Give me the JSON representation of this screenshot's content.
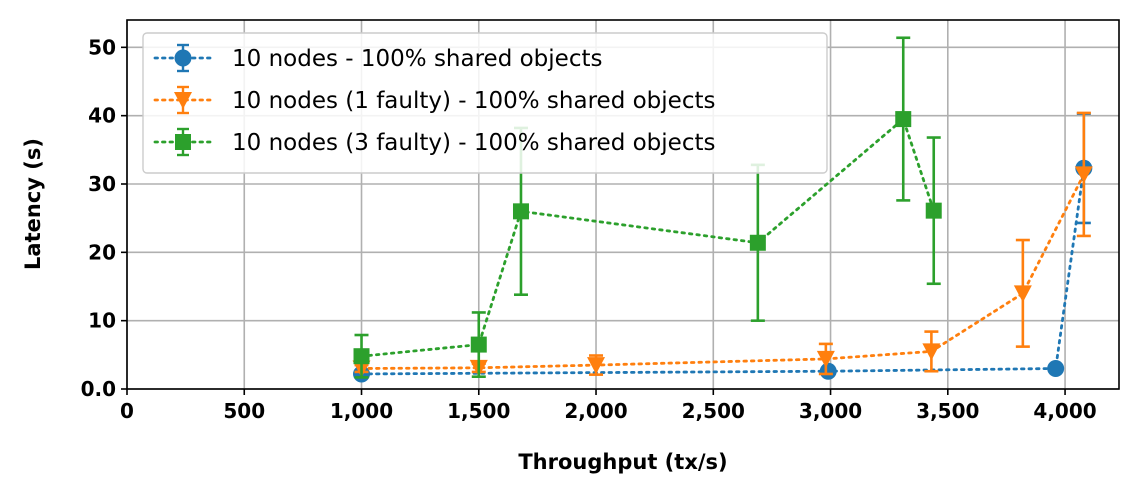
{
  "chart_data": {
    "type": "line",
    "xlabel": "Throughput (tx/s)",
    "ylabel": "Latency (s)",
    "xlim": [
      0,
      4230
    ],
    "ylim": [
      0,
      54
    ],
    "x_ticks": [
      0,
      500,
      1000,
      1500,
      2000,
      2500,
      3000,
      3500,
      4000
    ],
    "x_tick_labels": [
      "0",
      "500",
      "1,000",
      "1,500",
      "2,000",
      "2,500",
      "3,000",
      "3,500",
      "4,000"
    ],
    "y_ticks": [
      0,
      10,
      20,
      30,
      40,
      50
    ],
    "y_tick_labels": [
      "0.0",
      "10",
      "20",
      "30",
      "40",
      "50"
    ],
    "grid": true,
    "legend_position": "top-left",
    "series": [
      {
        "name": "10 nodes - 100% shared objects",
        "color": "#1f77b4",
        "marker": "circle",
        "line_style": "dotted",
        "points": [
          {
            "x": 1000,
            "y": 2.2,
            "err": 0.4
          },
          {
            "x": 2990,
            "y": 2.6,
            "err": 0.4
          },
          {
            "x": 3960,
            "y": 3.0,
            "err": 0.4
          },
          {
            "x": 4080,
            "y": 32.3,
            "err": 8.0
          }
        ]
      },
      {
        "name": "10 nodes (1 faulty) - 100% shared objects",
        "color": "#ff7f0e",
        "marker": "triangle-down",
        "line_style": "dotted",
        "points": [
          {
            "x": 1000,
            "y": 3.0,
            "err": 0.5
          },
          {
            "x": 1500,
            "y": 3.1,
            "err": 0.6
          },
          {
            "x": 2000,
            "y": 3.5,
            "err": 1.4
          },
          {
            "x": 2980,
            "y": 4.4,
            "err": 2.2
          },
          {
            "x": 3430,
            "y": 5.5,
            "err": 2.9
          },
          {
            "x": 3820,
            "y": 14.0,
            "err": 7.8
          },
          {
            "x": 4080,
            "y": 31.4,
            "err": 9.0
          }
        ]
      },
      {
        "name": "10 nodes (3 faulty) - 100% shared objects",
        "color": "#2ca02c",
        "marker": "square",
        "line_style": "dotted",
        "points": [
          {
            "x": 1000,
            "y": 4.8,
            "err": 3.1
          },
          {
            "x": 1500,
            "y": 6.5,
            "err": 4.7
          },
          {
            "x": 1680,
            "y": 26.0,
            "err": 12.2
          },
          {
            "x": 2690,
            "y": 21.4,
            "err": 11.4
          },
          {
            "x": 3310,
            "y": 39.5,
            "err": 11.9
          },
          {
            "x": 3440,
            "y": 26.1,
            "err": 10.7
          }
        ]
      }
    ]
  }
}
